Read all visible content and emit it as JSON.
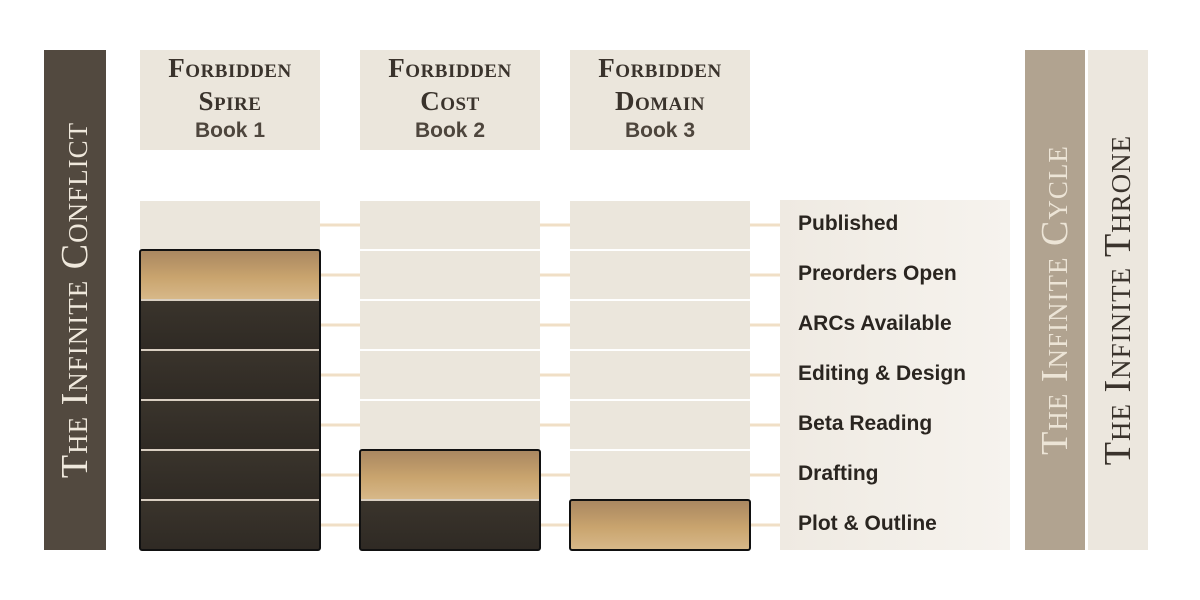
{
  "series_left": "The Infinite Conflict",
  "series_right": [
    "The Infinite Cycle",
    "The Infinite Throne"
  ],
  "colors": {
    "completed": "#3a342c",
    "current": "#c9a46e",
    "empty": "#ebe6dc",
    "connector": "#f0dfc6",
    "label_panel": "#f2eee7"
  },
  "chart_data": {
    "type": "bar",
    "orientation": "vertical",
    "title": "",
    "xlabel": "",
    "ylabel": "",
    "categories": [
      {
        "title_lines": [
          "Forbidden",
          "Spire"
        ],
        "subtitle": "Book 1"
      },
      {
        "title_lines": [
          "Forbidden",
          "Cost"
        ],
        "subtitle": "Book 2"
      },
      {
        "title_lines": [
          "Forbidden",
          "Domain"
        ],
        "subtitle": "Book 3"
      }
    ],
    "stages": [
      "Plot & Outline",
      "Drafting",
      "Beta Reading",
      "Editing & Design",
      "ARCs Available",
      "Preorders Open",
      "Published"
    ],
    "values": [
      6,
      2,
      1
    ],
    "ylim": [
      0,
      7
    ],
    "grid": true,
    "legend": "none"
  }
}
